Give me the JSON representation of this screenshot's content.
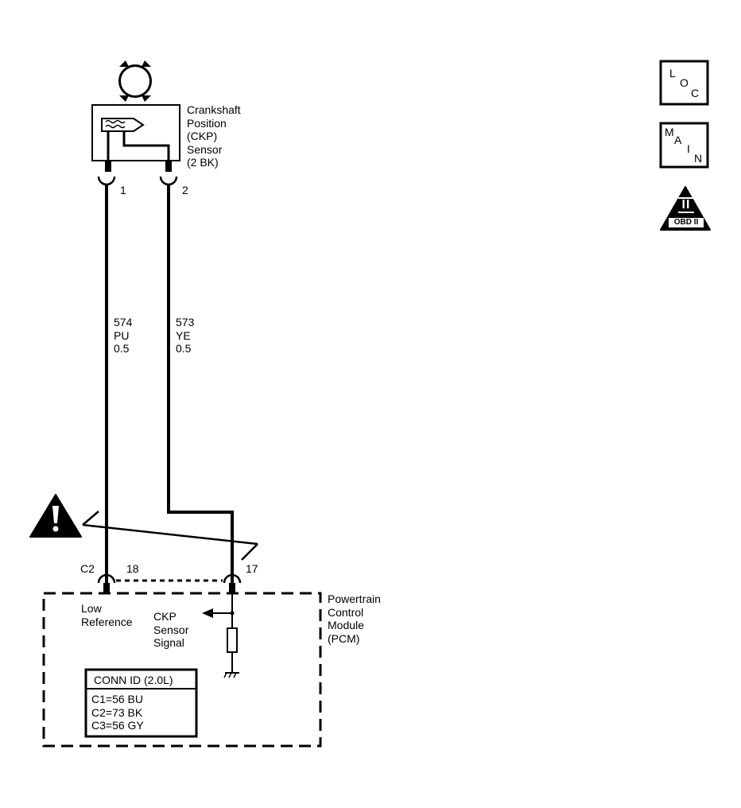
{
  "sensor": {
    "name_lines": [
      "Crankshaft",
      "Position",
      "(CKP)",
      "Sensor",
      "(2 BK)"
    ],
    "pin_1": "1",
    "pin_2": "2"
  },
  "wires": {
    "left": {
      "circuit": "574",
      "color": "PU",
      "gauge": "0.5"
    },
    "right": {
      "circuit": "573",
      "color": "YE",
      "gauge": "0.5"
    }
  },
  "connector": {
    "id": "C2",
    "pin_left": "18",
    "pin_right": "17"
  },
  "pcm": {
    "name_lines": [
      "Powertrain",
      "Control",
      "Module",
      "(PCM)"
    ],
    "low_reference_lines": [
      "Low",
      "Reference"
    ],
    "ckp_signal_lines": [
      "CKP",
      "Sensor",
      "Signal"
    ],
    "conn_id_title": "CONN ID (2.0L)",
    "conn_id_rows": [
      "C1=56 BU",
      "C2=73 BK",
      "C3=56 GY"
    ]
  },
  "legend": {
    "loc_letters": [
      "L",
      "O",
      "C"
    ],
    "main_letters": [
      "M",
      "A",
      "I",
      "N"
    ],
    "obd_roman": "II",
    "obd_text": "OBD II"
  }
}
